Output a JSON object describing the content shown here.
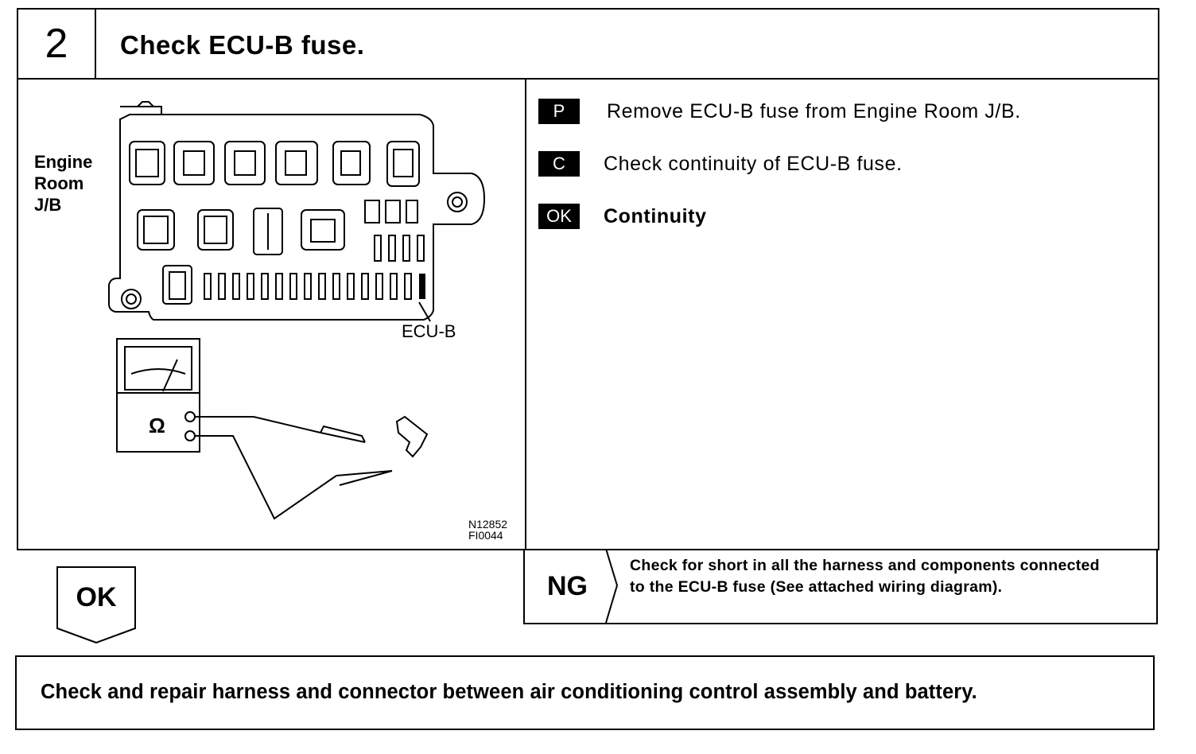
{
  "header": {
    "step_number": "2",
    "title": "Check ECU-B fuse."
  },
  "figure": {
    "junction_block_label": "Engine\nRoom\nJ/B",
    "fuse_label": "ECU-B",
    "ohmmeter_symbol": "Ω",
    "figure_code_1": "N12852",
    "figure_code_2": "FI0044"
  },
  "steps": [
    {
      "badge": "P",
      "text": "Remove ECU-B fuse from Engine Room J/B."
    },
    {
      "badge": "C",
      "text": "Check continuity of ECU-B fuse."
    },
    {
      "badge": "OK",
      "text": "Continuity"
    }
  ],
  "ng": {
    "label": "NG",
    "text": "Check for short in all the harness and components connected to the ECU-B fuse (See attached wiring diagram)."
  },
  "ok": {
    "label": "OK"
  },
  "next_step": {
    "text": "Check and repair harness and connector between air conditioning control assembly and battery."
  }
}
